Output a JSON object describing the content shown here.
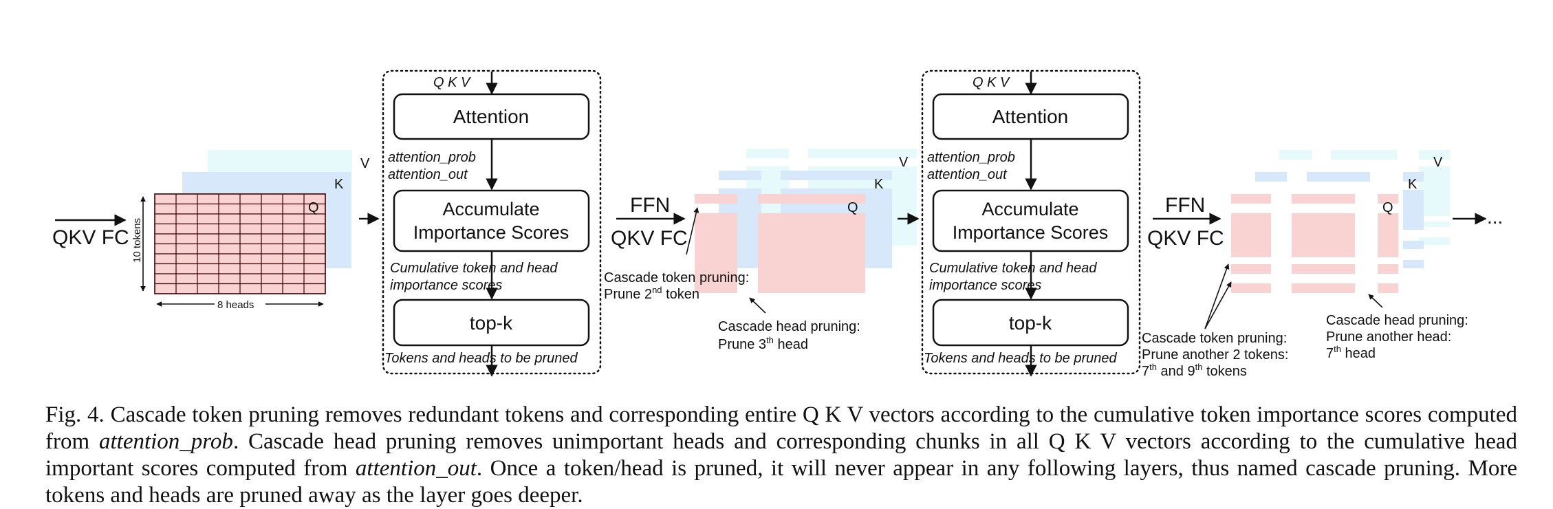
{
  "left_input": {
    "label": "QKV FC",
    "tokens_label": "10 tokens",
    "heads_label": "8 heads"
  },
  "matrix_labels": {
    "q": "Q",
    "k": "K",
    "v": "V"
  },
  "block": {
    "qkv_label": "Q K V",
    "attention": "Attention",
    "edge_label_1": "attention_prob",
    "edge_label_2": "attention_out",
    "accumulate_line1": "Accumulate",
    "accumulate_line2": "Importance Scores",
    "cumulative_line1": "Cumulative token and head",
    "cumulative_line2": "importance scores",
    "topk": "top-k",
    "pruned_label": "Tokens and heads to be pruned"
  },
  "between": {
    "ffn": "FFN",
    "qkvfc": "QKV FC"
  },
  "stage1": {
    "token_note_line1": "Cascade token pruning:",
    "token_note_line2_prefix": "Prune 2",
    "token_note_line2_sup": "nd",
    "token_note_line2_suffix": " token",
    "head_note_line1": "Cascade head pruning:",
    "head_note_line2_prefix": "Prune 3",
    "head_note_line2_sup": "th",
    "head_note_line2_suffix": " head"
  },
  "stage2": {
    "token_note_line1": "Cascade token pruning:",
    "token_note_line2": "Prune another 2 tokens:",
    "token_note_line3_a": "7",
    "token_note_line3_a_sup": "th",
    "token_note_line3_mid": " and 9",
    "token_note_line3_b_sup": "th",
    "token_note_line3_suffix": " tokens",
    "head_note_line1": "Cascade head pruning:",
    "head_note_line2": "Prune another head:",
    "head_note_line3_a": "7",
    "head_note_line3_sup": "th",
    "head_note_line3_suffix": " head"
  },
  "ellipsis": "...",
  "caption": {
    "p1": "Fig. 4.  Cascade token pruning removes redundant tokens and corresponding entire Q K V vectors according to the cumulative token importance scores computed from ",
    "i1": "attention_prob",
    "p2": ". Cascade head pruning removes unimportant heads and corresponding chunks in all Q K V vectors according to the cumulative head important scores computed from ",
    "i2": "attention_out",
    "p3": ". Once a token/head is pruned, it will never appear in any following layers, thus named cascade pruning. More tokens and heads are pruned away as the layer goes deeper."
  },
  "colors": {
    "q": "#f9d2d2",
    "k": "#d8e8fb",
    "v": "#e6fafb",
    "grid": "#3a0000"
  }
}
